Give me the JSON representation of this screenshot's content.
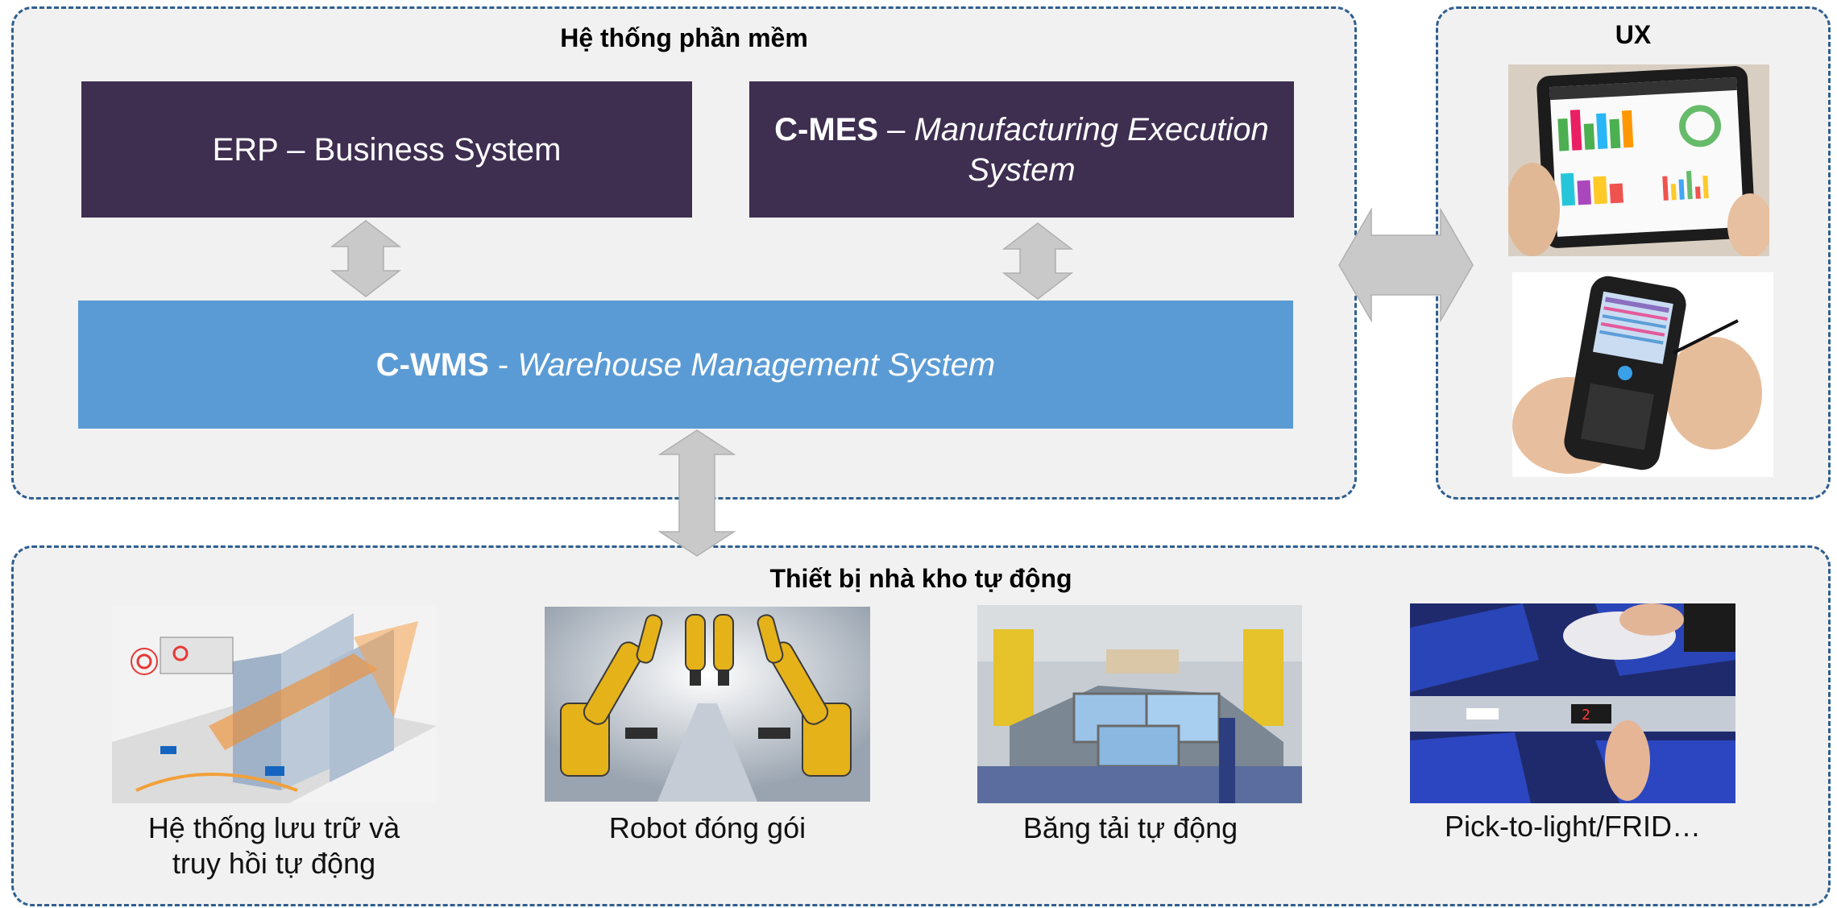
{
  "software_panel": {
    "title": "Hệ thống phần mềm"
  },
  "ux_panel": {
    "title": "UX"
  },
  "devices_panel": {
    "title": "Thiết bị nhà kho tự động"
  },
  "erp": {
    "label": "ERP – Business System"
  },
  "mes": {
    "abbr": "C-MES",
    "sep": " – ",
    "name": "Manufacturing Execution System"
  },
  "wms": {
    "abbr": "C-WMS",
    "sep": " - ",
    "name": "Warehouse Management System"
  },
  "devices": [
    {
      "caption_line1": "Hệ thống lưu trữ và",
      "caption_line2": "truy hồi tự động"
    },
    {
      "caption_line1": "Robot đóng gói"
    },
    {
      "caption_line1": "Băng tải tự động"
    },
    {
      "caption_line1": "Pick-to-light/FRID…"
    }
  ],
  "colors": {
    "dark_box": "#3e2e50",
    "blue_box": "#5b9bd5",
    "border": "#2f5f8f",
    "arrow": "#c9c9c9",
    "panel": "#f1f1f1"
  }
}
